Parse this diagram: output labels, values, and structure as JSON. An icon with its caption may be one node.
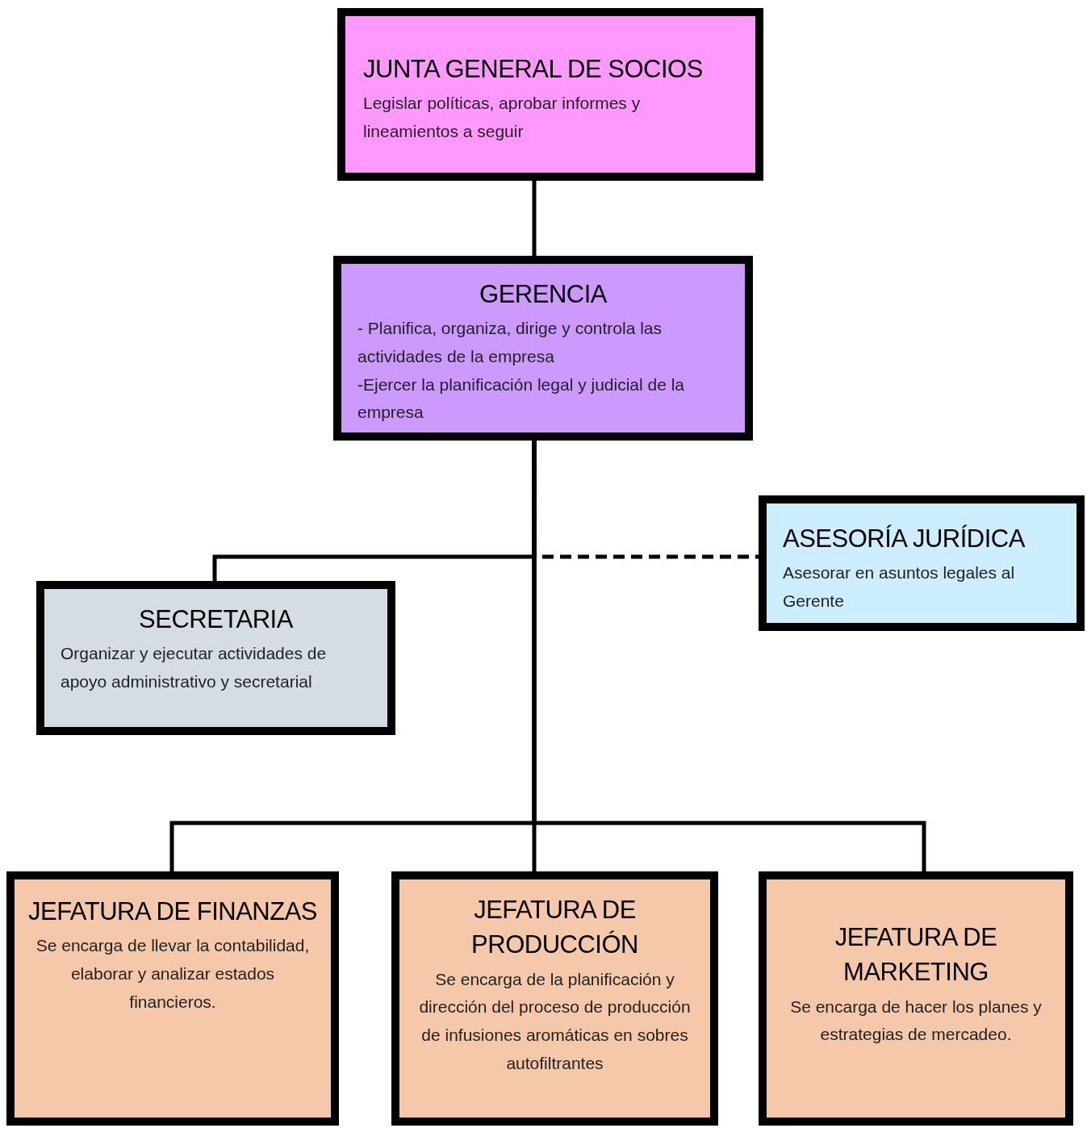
{
  "diagram": {
    "nodes": [
      {
        "text": [
          "JUNTA GENERAL DE SOCIOS",
          "Legislar políticas, aprobar informes y lineamientos a seguir"
        ]
      },
      {
        "text": [
          "GERENCIA",
          "- Planifica, organiza, dirige y controla las actividades de la empresa",
          "-Ejercer la planificación legal y judicial de la empresa"
        ]
      },
      {
        "text": [
          "ASESORÍA JURÍDICA",
          "Asesorar en asuntos legales al Gerente"
        ]
      },
      {
        "text": [
          "SECRETARIA",
          "Organizar y ejecutar actividades de apoyo administrativo y secretarial"
        ]
      },
      {
        "text": [
          "JEFATURA DE FINANZAS",
          "Se encarga de llevar la contabilidad, elaborar y analizar estados financieros."
        ]
      },
      {
        "text": [
          "JEFATURA DE PRODUCCIÓN",
          "Se encarga de la planificación y dirección del proceso de producción de infusiones aromáticas en sobres autofiltrantes"
        ]
      },
      {
        "text": [
          "JEFATURA DE MARKETING",
          "Se encarga de hacer los planes y estrategias de mercadeo."
        ]
      }
    ],
    "edges": [
      {
        "from": 0,
        "to": 1,
        "arrow": "none"
      },
      {
        "from": 1,
        "to": 3,
        "arrow": "none"
      },
      {
        "from": 1,
        "to": 2,
        "arrow": "none",
        "style": "dashed"
      },
      {
        "from": 1,
        "to": 4,
        "arrow": "none"
      },
      {
        "from": 1,
        "to": 5,
        "arrow": "none"
      },
      {
        "from": 1,
        "to": 6,
        "arrow": "none"
      }
    ]
  }
}
